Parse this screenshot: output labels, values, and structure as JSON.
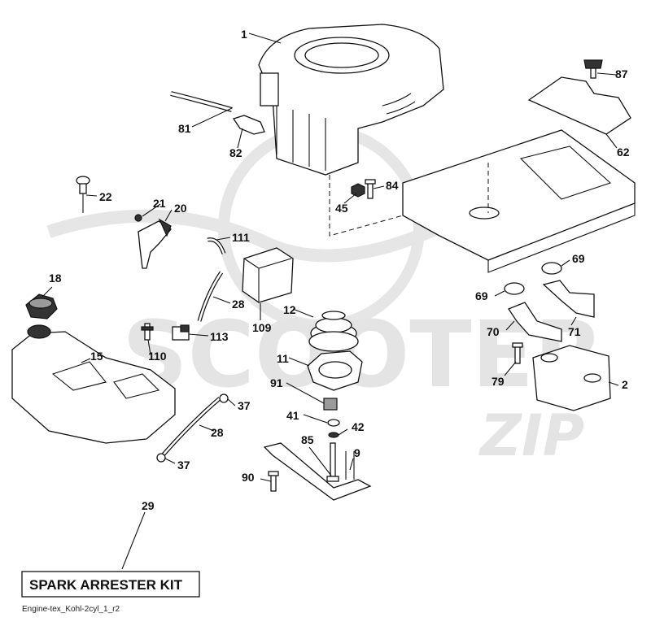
{
  "diagram": {
    "watermark": "SCOOTER",
    "watermark_brand": "ZIP",
    "kit_label": "SPARK ARRESTER KIT",
    "footer": "Engine-tex_Kohl-2cyl_1_r2",
    "labels": {
      "l1": "1",
      "l2": "2",
      "l9": "9",
      "l11": "11",
      "l12": "12",
      "l15": "15",
      "l18": "18",
      "l20": "20",
      "l21": "21",
      "l22": "22",
      "l28a": "28",
      "l28b": "28",
      "l29": "29",
      "l37a": "37",
      "l37b": "37",
      "l41": "41",
      "l42": "42",
      "l45": "45",
      "l62": "62",
      "l69a": "69",
      "l69b": "69",
      "l70": "70",
      "l71": "71",
      "l79": "79",
      "l81": "81",
      "l82": "82",
      "l84": "84",
      "l85": "85",
      "l87": "87",
      "l90": "90",
      "l91": "91",
      "l109": "109",
      "l110": "110",
      "l111": "111",
      "l113": "113"
    }
  }
}
